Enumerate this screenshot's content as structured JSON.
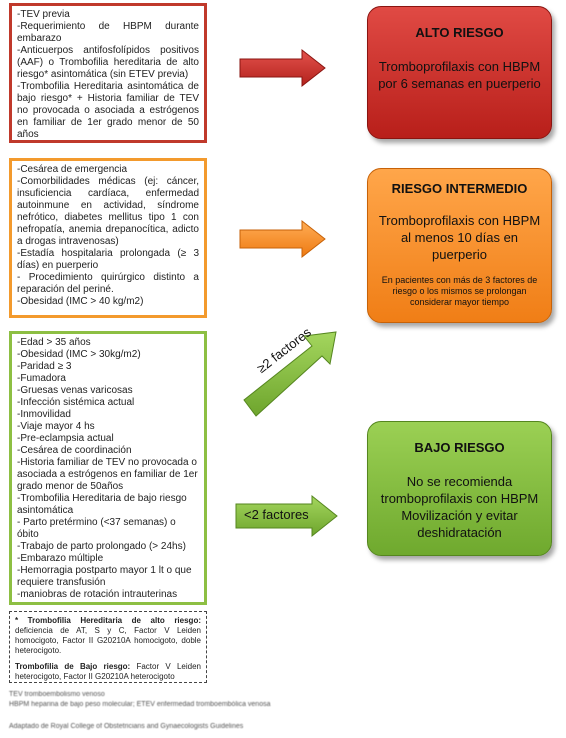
{
  "boxes": {
    "high": {
      "items": [
        "-TEV previa",
        "-Requerimiento de HBPM durante embarazo",
        "-Anticuerpos antifosfolípidos positivos (AAF) o Trombofilia hereditaria de alto riesgo* asintomática (sin ETEV previa)",
        "-Trombofilia Hereditaria asintomática de bajo riesgo* + Historia familiar de TEV no provocada o asociada a estrógenos en familiar de 1er grado menor de 50 años"
      ]
    },
    "mid": {
      "items": [
        "-Cesárea de emergencia",
        "-Comorbilidades médicas (ej: cáncer, insuficiencia cardíaca, enfermedad autoinmune en actividad, síndrome nefrótico, diabetes mellitus tipo 1 con nefropatía, anemia drepanocítica, adicto a drogas intravenosas)",
        "-Estadía hospitalaria prolongada (≥ 3 días) en puerperio",
        "- Procedimiento quirúrgico distinto a reparación del periné.",
        "-Obesidad (IMC > 40 kg/m2)"
      ]
    },
    "low": {
      "items": [
        "-Edad > 35 años",
        "-Obesidad (IMC > 30kg/m2)",
        "-Paridad ≥ 3",
        "-Fumadora",
        "-Gruesas venas varicosas",
        "-Infección sistémica actual",
        "-Inmovilidad",
        "-Viaje mayor 4 hs",
        "-Pre-eclampsia actual",
        "-Cesárea de coordinación",
        "-Historia familiar de TEV no provocada o asociada a estrógenos en familiar de 1er grado menor de 50años",
        "-Trombofilia Hereditaria de bajo riesgo asintomática",
        "- Parto pretérmino (<37 semanas) o óbito",
        "-Trabajo de parto prolongado (> 24hs)",
        "-Embarazo múltiple",
        "-Hemorragia postparto mayor 1 lt o que requiere transfusión",
        "-maniobras de rotación intrauterinas"
      ]
    },
    "note": {
      "high_label": "* Trombofilia Hereditaria de alto riesgo:",
      "high_text": " deficiencia de AT, S y C, Factor V Leiden homocigoto, Factor II G20210A homocigoto, doble heterocigoto.",
      "low_label": "Trombofilia de Bajo riesgo:",
      "low_text": " Factor V Leiden heterocigoto, Factor II G20210A heterocigoto"
    }
  },
  "risks": {
    "high": {
      "title": "ALTO RIESGO",
      "body": "Tromboprofilaxis con HBPM por 6 semanas en puerperio",
      "color": "#c9302c"
    },
    "mid": {
      "title": "RIESGO INTERMEDIO",
      "body": "Tromboprofilaxis con HBPM al menos 10 días en puerperio",
      "sub": "En pacientes con más de 3 factores de riesgo o los mismos se prolongan considerar mayor tiempo",
      "color": "#f5891f"
    },
    "low": {
      "title": "BAJO RIESGO",
      "body": "No se recomienda tromboprofilaxis con HBPM Movilización y evitar deshidratación",
      "color": "#86bd3f"
    }
  },
  "arrows": {
    "ge2_label": "≥2 factores",
    "lt2_label": "<2 factores"
  },
  "footer": {
    "line1": "TEV tromboembolismo venoso",
    "line2": "HBPM heparina de bajo peso molecular; ETEV enfermedad tromboembólica venosa",
    "line3": "Adaptado de Royal College of Obstetricians and Gynaecologists Guidelines"
  }
}
